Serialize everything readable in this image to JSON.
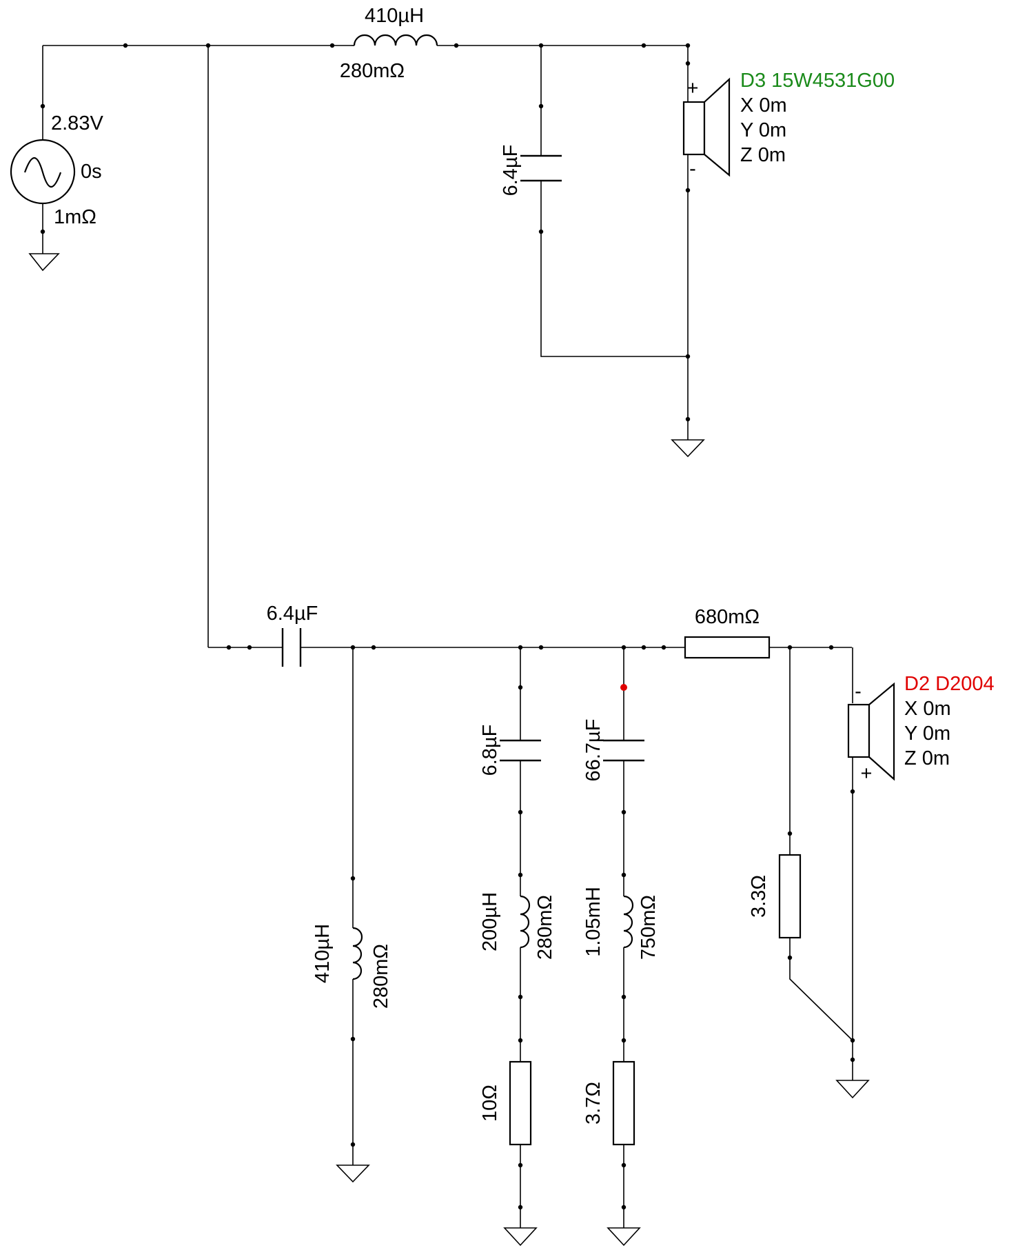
{
  "colors": {
    "wire": "#000000",
    "tweeter_label": "#1a8a1a",
    "woofer_label": "#e00000",
    "marker": "#e00000"
  },
  "source": {
    "voltage": "2.83V",
    "delay": "0s",
    "resistance": "1mΩ"
  },
  "tweeter_branch": {
    "series_inductor": {
      "value": "410µH",
      "resistance": "280mΩ"
    },
    "shunt_capacitor": {
      "value": "6.4µF"
    },
    "driver": {
      "name": "D3 15W4531G00",
      "x": "X 0m",
      "y": "Y 0m",
      "z": "Z 0m",
      "plus": "+",
      "minus": "-"
    }
  },
  "woofer_branch": {
    "series_capacitor": {
      "value": "6.4µF"
    },
    "shunt_inductor": {
      "value": "410µH",
      "resistance": "280mΩ"
    },
    "notch1": {
      "capacitor": "6.8µF",
      "inductor": "200µH",
      "inductor_resistance": "280mΩ",
      "resistor": "10Ω"
    },
    "notch2": {
      "capacitor": "66.7µF",
      "inductor": "1.05mH",
      "inductor_resistance": "750mΩ",
      "resistor": "3.7Ω"
    },
    "series_resistor": {
      "value": "680mΩ"
    },
    "shunt_resistor": {
      "value": "3.3Ω"
    },
    "driver": {
      "name": "D2 D2004",
      "x": "X 0m",
      "y": "Y 0m",
      "z": "Z 0m",
      "plus": "+",
      "minus": "-"
    }
  }
}
